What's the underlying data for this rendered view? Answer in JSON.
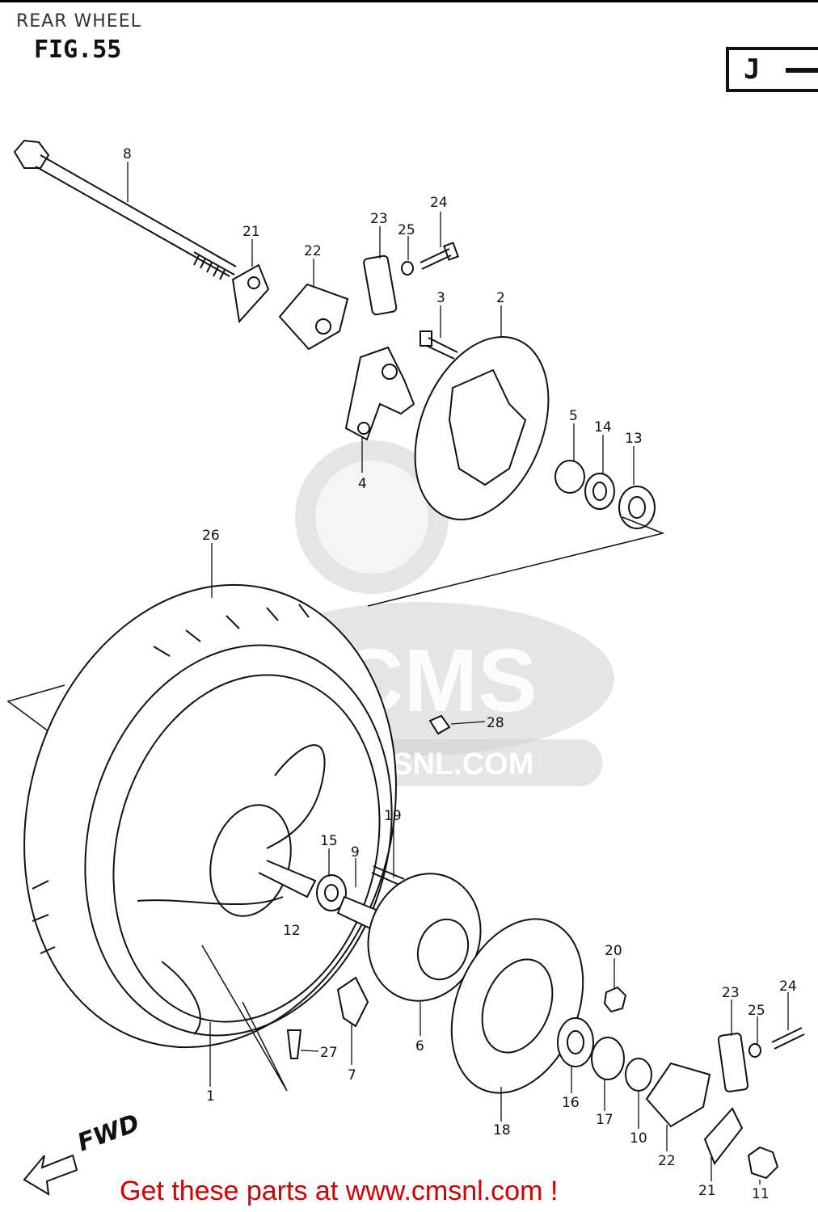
{
  "header": {
    "title": "REAR WHEEL",
    "figure": "FIG.55",
    "section_code": "J"
  },
  "watermark": {
    "brand": "CMS",
    "url": "WWW.CMSNL.COM"
  },
  "direction_label": "FWD",
  "footer_text": "Get these parts at www.cmsnl.com !",
  "callouts": [
    {
      "id": "c8",
      "label": "8"
    },
    {
      "id": "c21a",
      "label": "21"
    },
    {
      "id": "c22a",
      "label": "22"
    },
    {
      "id": "c23a",
      "label": "23"
    },
    {
      "id": "c25a",
      "label": "25"
    },
    {
      "id": "c24a",
      "label": "24"
    },
    {
      "id": "c3",
      "label": "3"
    },
    {
      "id": "c2",
      "label": "2"
    },
    {
      "id": "c4",
      "label": "4"
    },
    {
      "id": "c5",
      "label": "5"
    },
    {
      "id": "c14",
      "label": "14"
    },
    {
      "id": "c13",
      "label": "13"
    },
    {
      "id": "c26",
      "label": "26"
    },
    {
      "id": "c28",
      "label": "28"
    },
    {
      "id": "c15",
      "label": "15"
    },
    {
      "id": "c9",
      "label": "9"
    },
    {
      "id": "c19",
      "label": "19"
    },
    {
      "id": "c12",
      "label": "12"
    },
    {
      "id": "c20",
      "label": "20"
    },
    {
      "id": "c23b",
      "label": "23"
    },
    {
      "id": "c24b",
      "label": "24"
    },
    {
      "id": "c25b",
      "label": "25"
    },
    {
      "id": "c27",
      "label": "27"
    },
    {
      "id": "c7",
      "label": "7"
    },
    {
      "id": "c6",
      "label": "6"
    },
    {
      "id": "c1",
      "label": "1"
    },
    {
      "id": "c18",
      "label": "18"
    },
    {
      "id": "c16",
      "label": "16"
    },
    {
      "id": "c17",
      "label": "17"
    },
    {
      "id": "c10",
      "label": "10"
    },
    {
      "id": "c22b",
      "label": "22"
    },
    {
      "id": "c21b",
      "label": "21"
    },
    {
      "id": "c11",
      "label": "11"
    }
  ]
}
